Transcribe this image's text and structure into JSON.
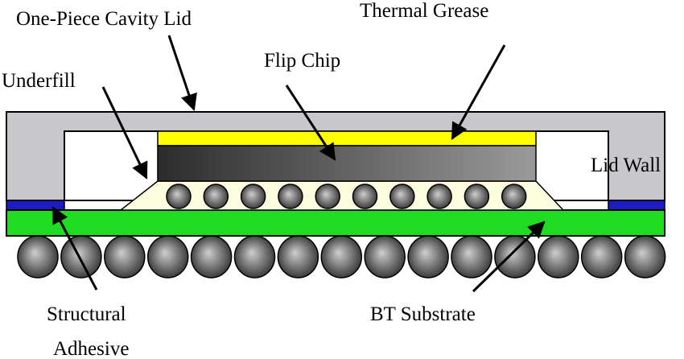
{
  "labels": {
    "lid": "One-Piece Cavity Lid",
    "grease": "Thermal Grease",
    "chip": "Flip Chip",
    "underfill": "Underfill",
    "lid_wall": "Lid Wall",
    "adhesive_line1": "Structural",
    "adhesive_line2": "Adhesive",
    "substrate": "BT Substrate"
  },
  "colors": {
    "lid": "#c8c8cc",
    "grease": "#ffff00",
    "chip_dark": "#2c2c2c",
    "chip_light": "#9a9a9a",
    "underfill": "#fdfde0",
    "substrate": "#20dc20",
    "adhesive": "#1c1cc0",
    "ball_dark": "#303030",
    "ball_light": "#cfcfcf"
  },
  "counts": {
    "bumps": 10,
    "solder_balls": 15
  }
}
